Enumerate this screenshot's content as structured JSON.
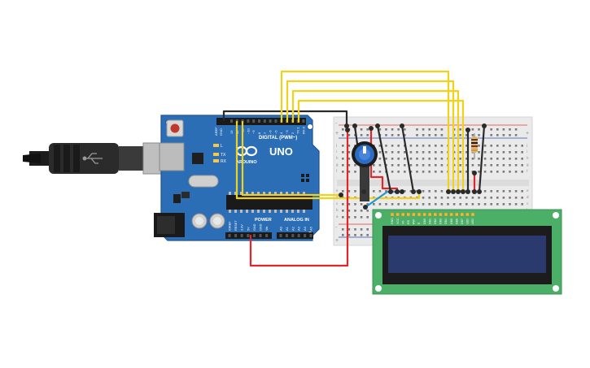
{
  "board": {
    "name_label": "UNO",
    "brand_label": "ARDUINO",
    "digital_header_label": "DIGITAL (PWM~)",
    "power_header_label": "POWER",
    "analog_header_label": "ANALOG IN",
    "led_l_label": "L",
    "led_tx_label": "TX",
    "led_rx_label": "RX",
    "aref_label": "AREF",
    "gnd_label": "GND",
    "power_pins": [
      "IOREF",
      "RESET",
      "3.3V",
      "5V",
      "GND",
      "GND",
      "Vin"
    ],
    "analog_pins": [
      "A0",
      "A1",
      "A2",
      "A3",
      "A4",
      "A5"
    ],
    "digital_pins": [
      "13",
      "12",
      "~11",
      "~10",
      "~9",
      "8",
      "7",
      "~6",
      "~5",
      "4",
      "~3",
      "2",
      "TX 1",
      "RX 0"
    ]
  },
  "breadboard": {
    "plus_label": "+",
    "minus_label": "-",
    "row_letters": [
      "j",
      "i",
      "h",
      "g",
      "f",
      "e",
      "d",
      "c",
      "b",
      "a"
    ]
  },
  "lcd": {
    "pin_labels": [
      "GND",
      "VCC",
      "V0",
      "RS",
      "RW",
      "E",
      "DB0",
      "DB1",
      "DB2",
      "DB3",
      "DB4",
      "DB5",
      "DB6",
      "DB7",
      "LED",
      "LED"
    ]
  },
  "colors": {
    "board": "#2c6eb5",
    "board_dark": "#1f5394",
    "wire_yellow": "#f2d11b",
    "wire_red": "#e0262b",
    "wire_black": "#2a2a2a",
    "wire_blue": "#2196d3",
    "lcd_pcb": "#4caf68",
    "lcd_screen": "#2a3a6e",
    "breadboard": "#eaeaea"
  }
}
